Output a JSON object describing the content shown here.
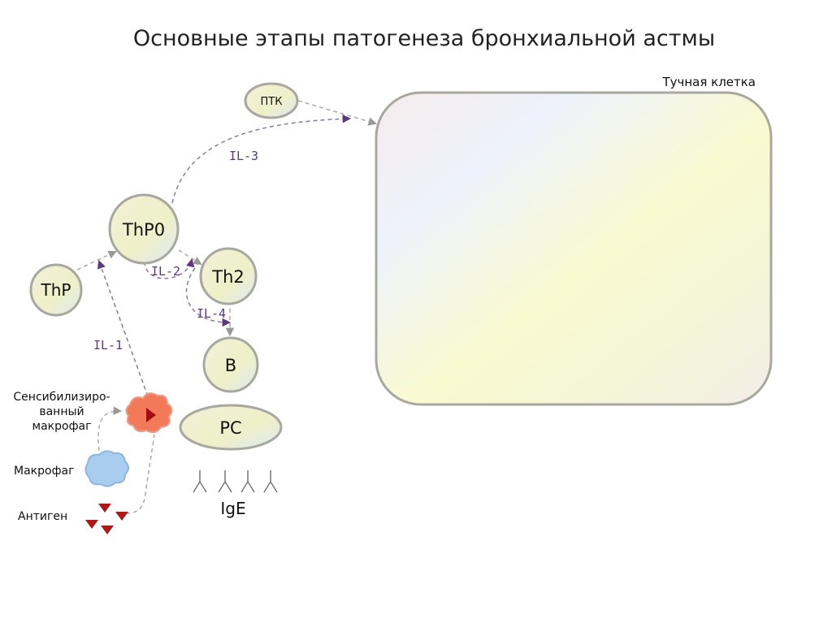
{
  "title": "Основные этапы патогенеза бронхиальной астмы",
  "mast_cell_label": "Тучная клетка",
  "cells": {
    "pttk": "ПТК",
    "thp0": "ThP0",
    "thp": "ThP",
    "th2": "Th2",
    "b": "B",
    "pc": "PC"
  },
  "interleukins": {
    "il1": "IL-1",
    "il2": "IL-2",
    "il3": "IL-3",
    "il4": "IL-4"
  },
  "labels": {
    "sensitized_macrophage_line1": "Сенсибилизиро-",
    "sensitized_macrophage_line2": "ванный",
    "sensitized_macrophage_line3": "макрофаг",
    "macrophage": "Макрофаг",
    "antigen": "Антиген",
    "ige": "IgE"
  },
  "colors": {
    "arrow": "#5a3a7a",
    "antigen": "#b01818",
    "sensitized_macrophage": "#f07050",
    "macrophage": "#a8cdef"
  }
}
